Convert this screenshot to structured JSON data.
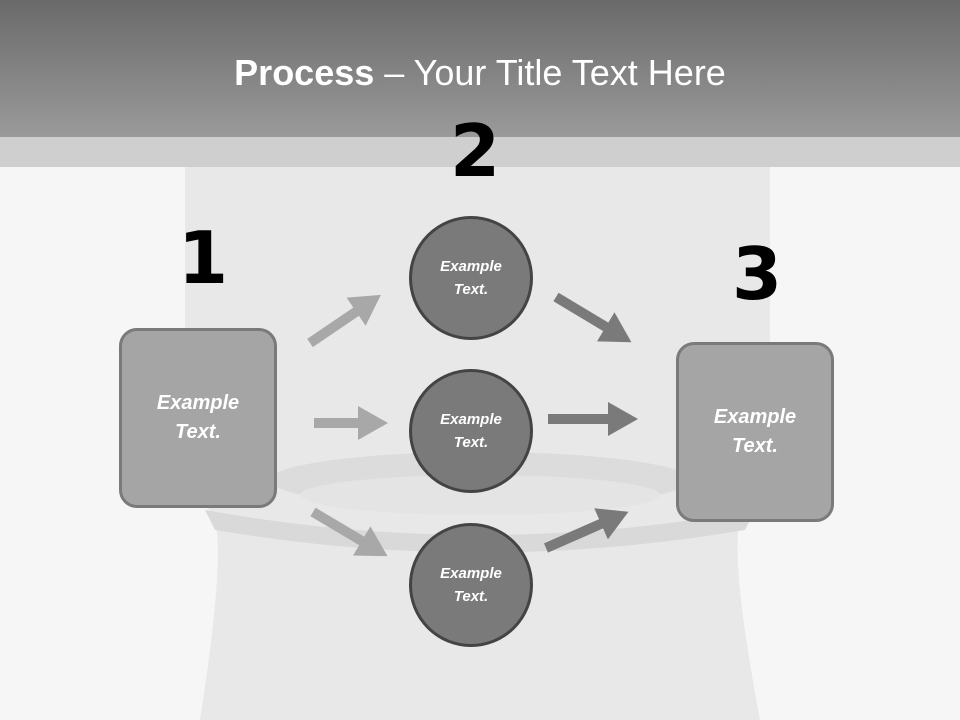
{
  "title": {
    "bold": "Process",
    "rest": " – Your Title Text Here"
  },
  "steps": {
    "one": "1",
    "two": "2",
    "three": "3"
  },
  "left_box": {
    "line1": "Example",
    "line2": "Text."
  },
  "right_box": {
    "line1": "Example",
    "line2": "Text."
  },
  "circles": [
    {
      "line1": "Example",
      "line2": "Text."
    },
    {
      "line1": "Example",
      "line2": "Text."
    },
    {
      "line1": "Example",
      "line2": "Text."
    }
  ],
  "colors": {
    "header": "#8a8a8a",
    "box": "#a5a5a5",
    "circle": "#7a7a7a",
    "arrow_light": "#a8a8a8",
    "arrow_dark": "#7a7a7a"
  }
}
